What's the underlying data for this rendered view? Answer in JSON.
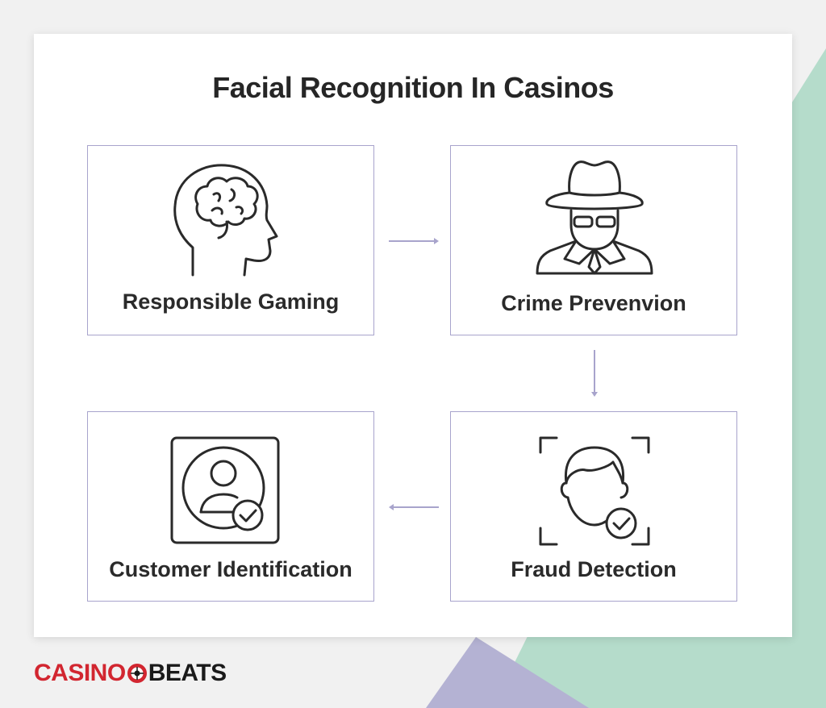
{
  "title": "Facial Recognition In Casinos",
  "steps": [
    {
      "label": "Responsible Gaming",
      "icon": "brain-head-icon"
    },
    {
      "label": "Crime Prevenvion",
      "icon": "spy-detective-icon"
    },
    {
      "label": "Fraud Detection",
      "icon": "face-scan-check-icon"
    },
    {
      "label": "Customer Identification",
      "icon": "user-id-check-icon"
    }
  ],
  "logo": {
    "part1": "CASINO",
    "part2": "BEATS"
  },
  "colors": {
    "accent_purple": "#a8a4cc",
    "accent_green": "#b5dccb",
    "logo_red": "#d22630",
    "text": "#262626"
  }
}
